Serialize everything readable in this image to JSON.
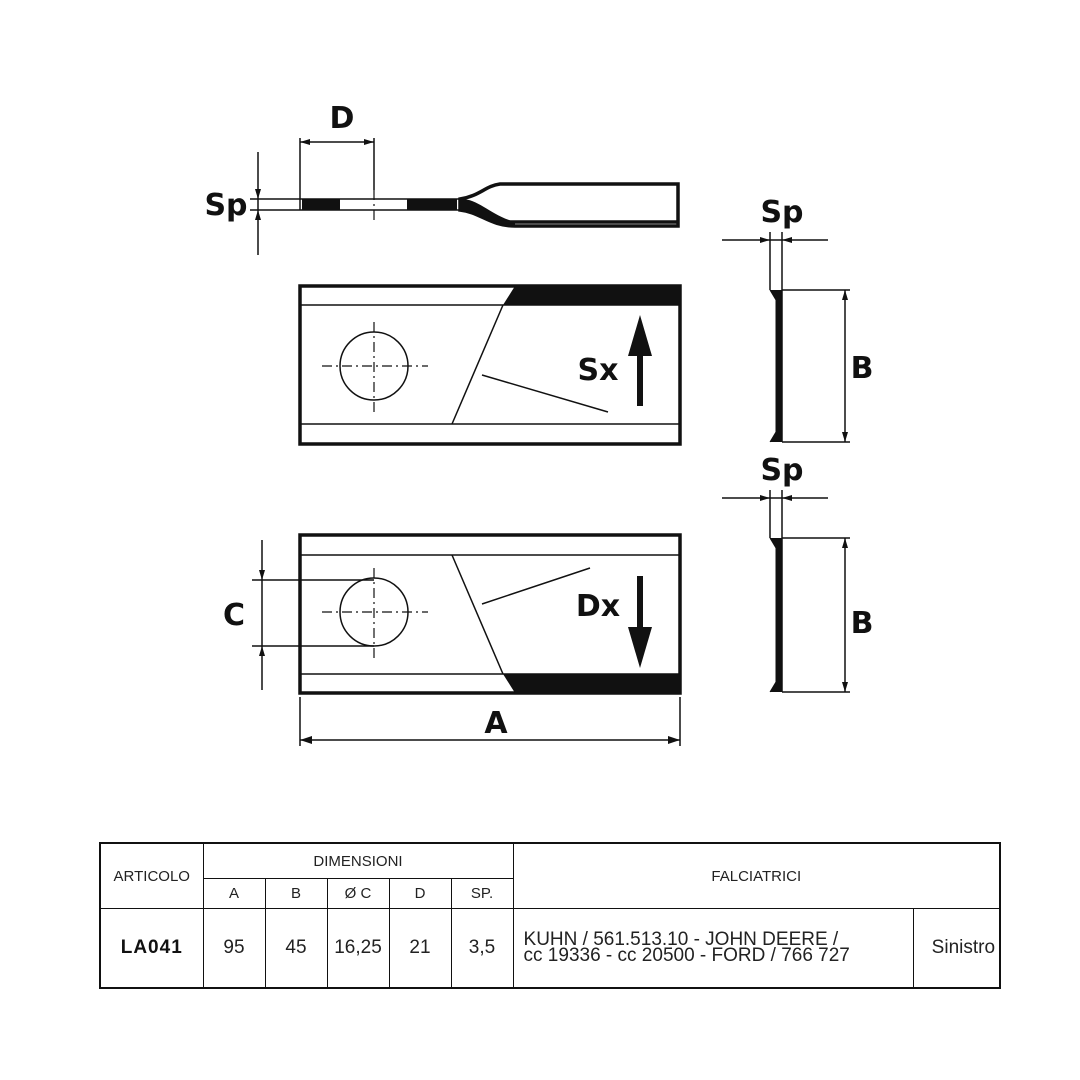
{
  "drawing": {
    "labels": {
      "d": "D",
      "sp_top": "Sp",
      "sp_right_top": "Sp",
      "sp_right_bottom": "Sp",
      "b_top": "B",
      "b_bottom": "B",
      "sx": "Sx",
      "dx": "Dx",
      "c": "C",
      "a": "A"
    }
  },
  "table": {
    "headers": {
      "articolo": "ARTICOLO",
      "dimensioni": "DIMENSIONI",
      "falciatrici": "FALCIATRICI",
      "a": "A",
      "b": "B",
      "c": "Ø C",
      "d": "D",
      "sp": "SP."
    },
    "row": {
      "articolo": "LA041",
      "a": "95",
      "b": "45",
      "c": "16,25",
      "d": "21",
      "sp": "3,5",
      "models_line1": "KUHN / 561.513.10 - JOHN DEERE /",
      "models_line2": "cc 19336 - cc 20500 - FORD / 766 727",
      "side": "Sinistro"
    }
  }
}
